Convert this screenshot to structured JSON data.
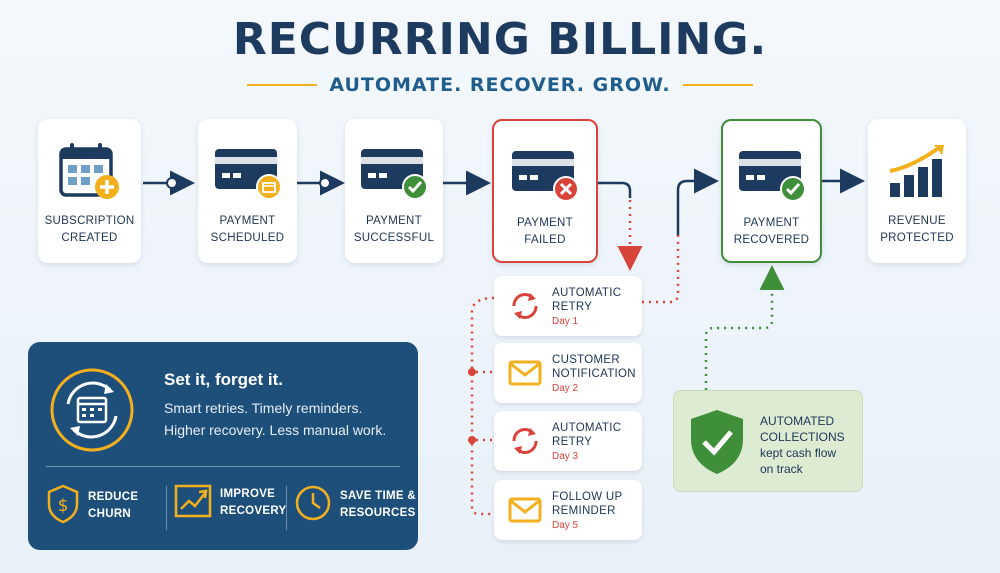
{
  "header": {
    "title": "RECURRING BILLING.",
    "subtitle": "AUTOMATE. RECOVER. GROW."
  },
  "flow": [
    {
      "id": "subscription-created",
      "line1": "SUBSCRIPTION",
      "line2": "CREATED",
      "icon": "calendar-plus-icon"
    },
    {
      "id": "payment-scheduled",
      "line1": "PAYMENT",
      "line2": "SCHEDULED",
      "icon": "card-clock-icon"
    },
    {
      "id": "payment-successful",
      "line1": "PAYMENT",
      "line2": "SUCCESSFUL",
      "icon": "card-check-icon"
    },
    {
      "id": "payment-failed",
      "line1": "PAYMENT",
      "line2": "FAILED",
      "icon": "card-x-icon"
    },
    {
      "id": "payment-recovered",
      "line1": "PAYMENT",
      "line2": "RECOVERED",
      "icon": "card-check-icon"
    },
    {
      "id": "revenue-protected",
      "line1": "REVENUE",
      "line2": "PROTECTED",
      "icon": "growth-chart-icon"
    }
  ],
  "recovery_steps": [
    {
      "line1": "AUTOMATIC",
      "line2": "RETRY",
      "day": "Day 1",
      "icon": "retry-icon"
    },
    {
      "line1": "CUSTOMER",
      "line2": "NOTIFICATION",
      "day": "Day 2",
      "icon": "envelope-icon"
    },
    {
      "line1": "AUTOMATIC",
      "line2": "RETRY",
      "day": "Day 3",
      "icon": "retry-icon"
    },
    {
      "line1": "FOLLOW UP",
      "line2": "REMINDER",
      "day": "Day 5",
      "icon": "envelope-icon"
    }
  ],
  "promo": {
    "title": "Set it, forget it.",
    "line1": "Smart retries. Timely reminders.",
    "line2": "Higher recovery. Less manual work.",
    "benefits": [
      {
        "line1": "REDUCE",
        "line2": "CHURN",
        "icon": "dollar-shield-icon"
      },
      {
        "line1": "IMPROVE",
        "line2": "RECOVERY",
        "icon": "trend-up-icon"
      },
      {
        "line1": "SAVE TIME &",
        "line2": "RESOURCES",
        "icon": "clock-icon"
      }
    ]
  },
  "collections": {
    "line1": "AUTOMATED",
    "line2": "COLLECTIONS",
    "line3": "kept cash flow",
    "line4": "on track",
    "icon": "shield-check-icon"
  },
  "colors": {
    "navy": "#1d3a5f",
    "accent_gold": "#f2b01e",
    "failure_red": "#d9443a",
    "success_green": "#3e8e3a",
    "promo_bg": "#1e4f7a"
  }
}
